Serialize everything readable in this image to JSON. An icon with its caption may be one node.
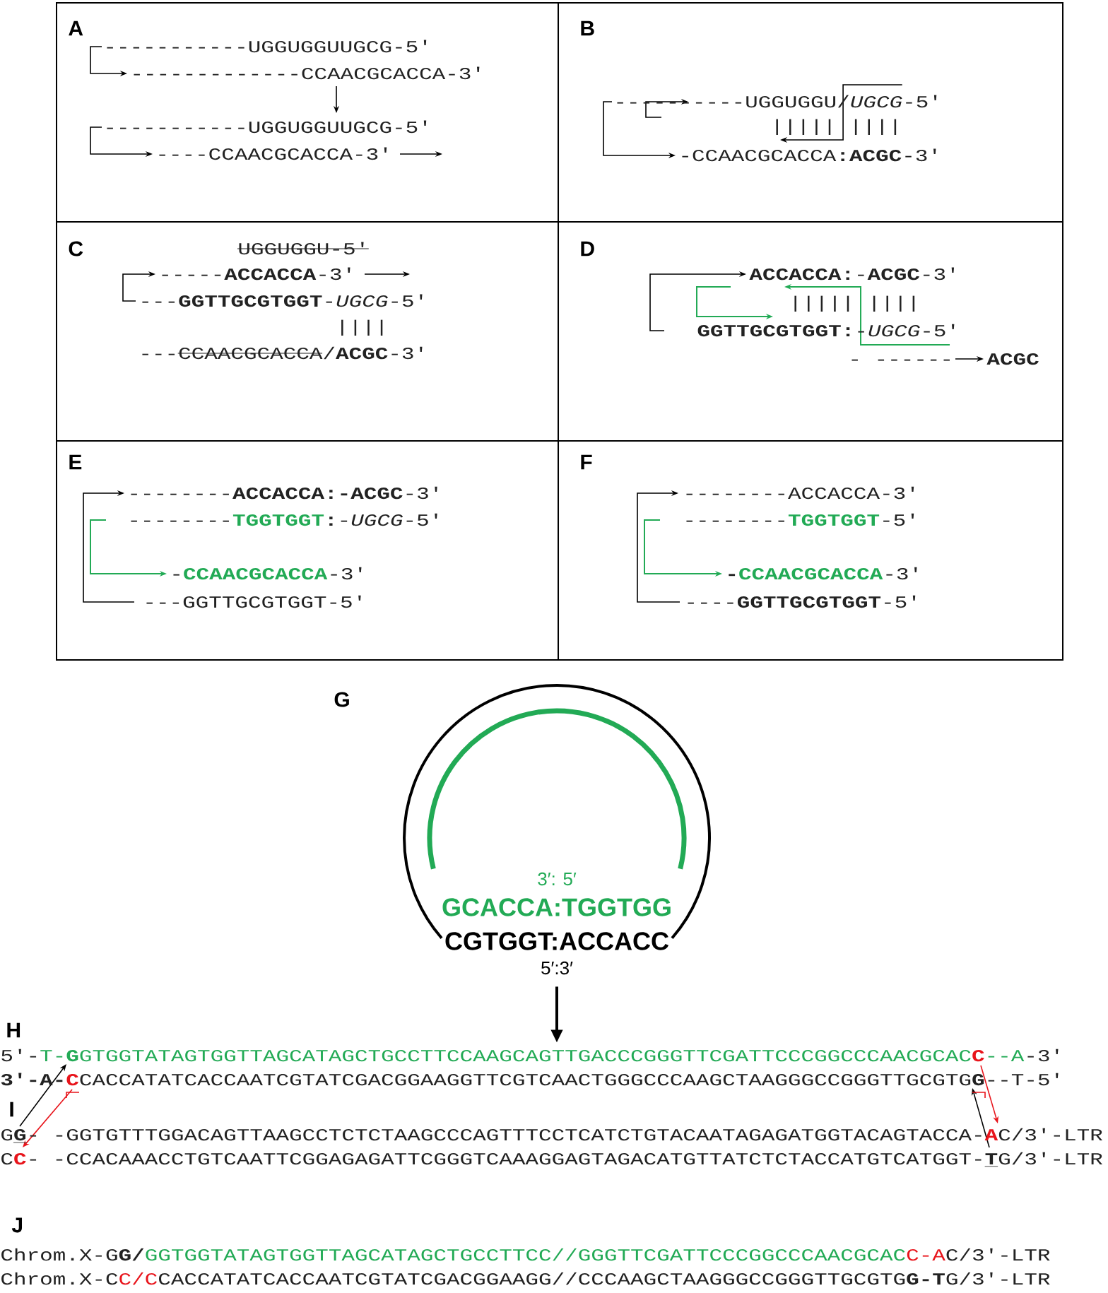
{
  "diagram": {
    "nodes": [
      {
        "text": [
          "A",
          "-----------UGGUGGUUGCG-5′",
          "-------------CCAACGCACCA-3′",
          "-----------UGGUGGUUGCG-5′",
          "----CCAACGCACCA-3′"
        ]
      },
      {
        "text": [
          "B",
          "----------UGGUGGU/*UGCG*-5′",
          "||||| ||||",
          "-CCAACGCACCA**:ACGC**-3′"
        ]
      },
      {
        "text": [
          "C",
          "UGGUGGU-5′",
          "-----**ACCACCA**-3′",
          "---**GGTTGCGTGGT**-*UGCG*-5′",
          "||||",
          "---",
          "CCAACGCACCA",
          "/**ACGC**-3′"
        ]
      },
      {
        "text": [
          "D",
          "**ACCACCA:**-**ACGC**-3′",
          "||||| ||||",
          "**GGTTGCGTGGT:**-*UGCG*-5′",
          "- ------",
          "ACGC"
        ]
      },
      {
        "text": [
          "E",
          "--------**ACCACCA:-ACGC**-3′",
          "--------",
          "TGGTGGT",
          "**:**-*UGCG*-5′",
          "-",
          "CCAACGCACCA",
          "-3′",
          "---GGTTGCGTGGT-5′"
        ]
      },
      {
        "text": [
          "F",
          "--------ACCACCA-3′",
          "--------",
          "TGGTGGT",
          "-5′",
          "-",
          "CCAACGCACCA",
          "-3′",
          "----**GGTTGCGTGGT**-5′"
        ]
      },
      {
        "text": [
          "G",
          "3′: 5′",
          "GCACCA:TGGTGG",
          "CGTGGT:ACCACC",
          "5′:3′"
        ]
      },
      {
        "text": [
          "H",
          "5′-",
          "T-",
          "G",
          "GTGGTATAGTGGTTAGCATAGCTGCCTTCCAAGCAGTTGACCCGGGTTCGATTCCCGGCCCAACGCAC",
          "C",
          "--A",
          "-3′",
          "3′-A-",
          "C",
          "CACCATATCACCAATCGTATCGACGGAAGGTTCGTCAACTGGGCCCAAGCTAAGGGCCGGGTTGCGTG",
          "G",
          "--T-5′"
        ]
      }
    ],
    "edges": [
      {
        "from": 6,
        "to": 7,
        "arrow": "to"
      }
    ],
    "labels": [
      "I",
      "G",
      "G",
      "- -GGTGTTTGGACAGTTAAGCCTCTCTAAGCCCAGTTTCCTCATCTGTACAATAGAGATGGTACAGTACCA-",
      "A",
      "C/3′-LTR",
      "C",
      "C",
      "- -CCACAAACCTGTCAATTCGGAGAGATTCGGGTCAAAGGAGTAGACATGTTATCTCTACCATGTCATGGT-",
      "T",
      "G/3′-LTR",
      "J",
      "Chrom.X-G",
      "G/",
      "GGTGGTATAGTGGTTAGCATAGCTGCCTTCC//GGGTTCGATTCCCGGCCCAACGCAC",
      "C-A",
      "C/3′-LTR",
      "Chrom.X-C",
      "C/C",
      "CACCATATCACCAATCGTATCGACGGAAGG//CCCAAGCTAAGGGCCGGGTTGCGTG",
      "G-T",
      "G/3′-LTR"
    ]
  }
}
